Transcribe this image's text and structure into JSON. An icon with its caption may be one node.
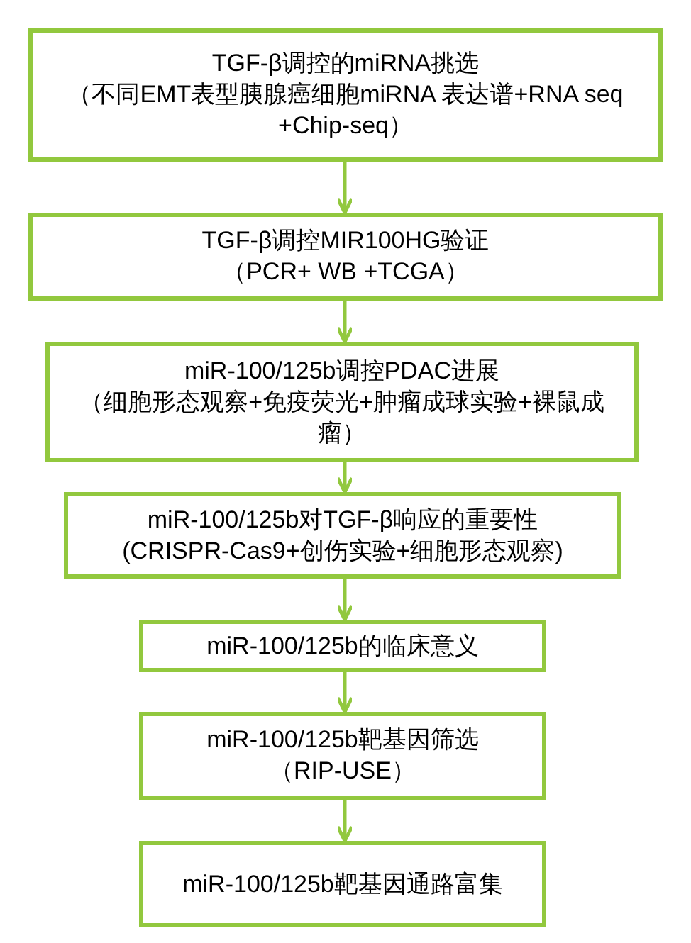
{
  "diagram": {
    "nodes": [
      {
        "text": [
          "TGF-β调控的miRNA挑选",
          "（不同EMT表型胰腺癌细胞miRNA 表达谱+RNA seq +Chip-seq）"
        ]
      },
      {
        "text": [
          "TGF-β调控MIR100HG验证",
          "（PCR+ WB +TCGA）"
        ]
      },
      {
        "text": [
          "miR-100/125b调控PDAC进展",
          "（细胞形态观察+免疫荧光+肿瘤成球实验+裸鼠成瘤）"
        ]
      },
      {
        "text": [
          "miR-100/125b对TGF-β响应的重要性",
          "(CRISPR-Cas9+创伤实验+细胞形态观察)"
        ]
      },
      {
        "text": [
          "miR-100/125b的临床意义"
        ]
      },
      {
        "text": [
          "miR-100/125b靶基因筛选",
          "（RIP-USE）"
        ]
      },
      {
        "text": [
          "miR-100/125b靶基因通路富集"
        ]
      }
    ],
    "edges": [
      {
        "from": 0,
        "to": 1,
        "arrow": "to"
      },
      {
        "from": 1,
        "to": 2,
        "arrow": "to"
      },
      {
        "from": 2,
        "to": 3,
        "arrow": "to"
      },
      {
        "from": 3,
        "to": 4,
        "arrow": "to"
      },
      {
        "from": 4,
        "to": 5,
        "arrow": "to"
      },
      {
        "from": 5,
        "to": 6,
        "arrow": "to"
      }
    ]
  }
}
